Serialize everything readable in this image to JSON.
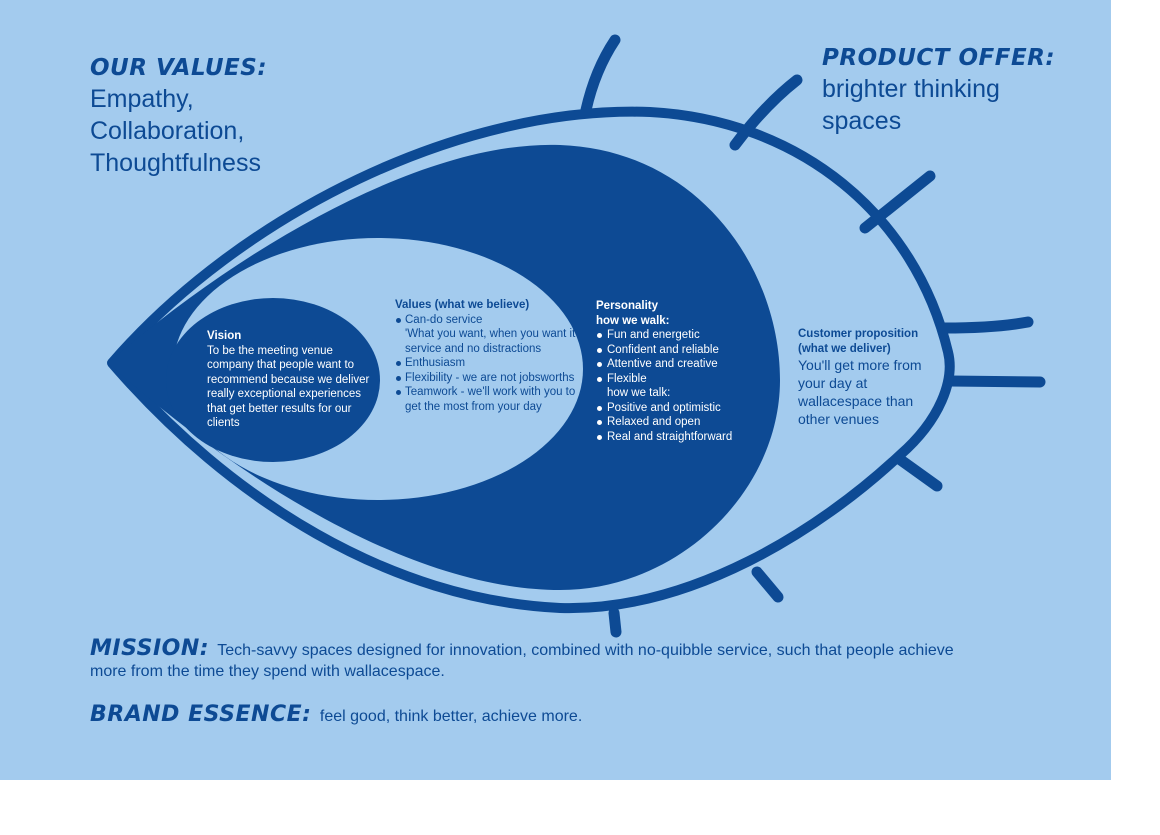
{
  "colors": {
    "background": "#a3cbee",
    "dark_blue": "#0d4a94",
    "white": "#ffffff"
  },
  "our_values": {
    "heading": "OUR VALUES:",
    "items": [
      "Empathy,",
      "Collaboration,",
      "Thoughtfulness"
    ]
  },
  "product_offer": {
    "heading": "PRODUCT OFFER:",
    "text": "brighter thinking spaces"
  },
  "vision": {
    "title": "Vision",
    "text": "To be the meeting venue company that people want to recommend because we deliver really exceptional experiences that get better results for our clients"
  },
  "beliefs": {
    "title": "Values (what we believe)",
    "items": [
      {
        "text": "Can-do service",
        "bullet": true
      },
      {
        "text": "'What you want, when you want it' service and no distractions",
        "bullet": false
      },
      {
        "text": "Enthusiasm",
        "bullet": true
      },
      {
        "text": "Flexibility - we are not jobsworths",
        "bullet": true
      },
      {
        "text": "Teamwork - we'll work with you to get the most from your day",
        "bullet": true
      }
    ]
  },
  "personality": {
    "title": "Personality",
    "subtitle_walk": "how we walk:",
    "walk_items": [
      "Fun and energetic",
      "Confident and reliable",
      "Attentive and creative",
      "Flexible"
    ],
    "subtitle_talk": "how we talk:",
    "talk_items": [
      "Positive and optimistic",
      "Relaxed and open",
      "Real and straightforward"
    ]
  },
  "customer_proposition": {
    "title_line1": "Customer proposition",
    "title_line2": "(what we deliver)",
    "text": "You'll get more from your day at wallacespace than other venues"
  },
  "mission": {
    "heading": "MISSION:",
    "text": "Tech-savvy spaces designed for innovation, combined with no-quibble service, such that people achieve more from the time they spend with wallacespace."
  },
  "brand_essence": {
    "heading": "BRAND ESSENCE:",
    "text": "feel good, think better, achieve more."
  }
}
